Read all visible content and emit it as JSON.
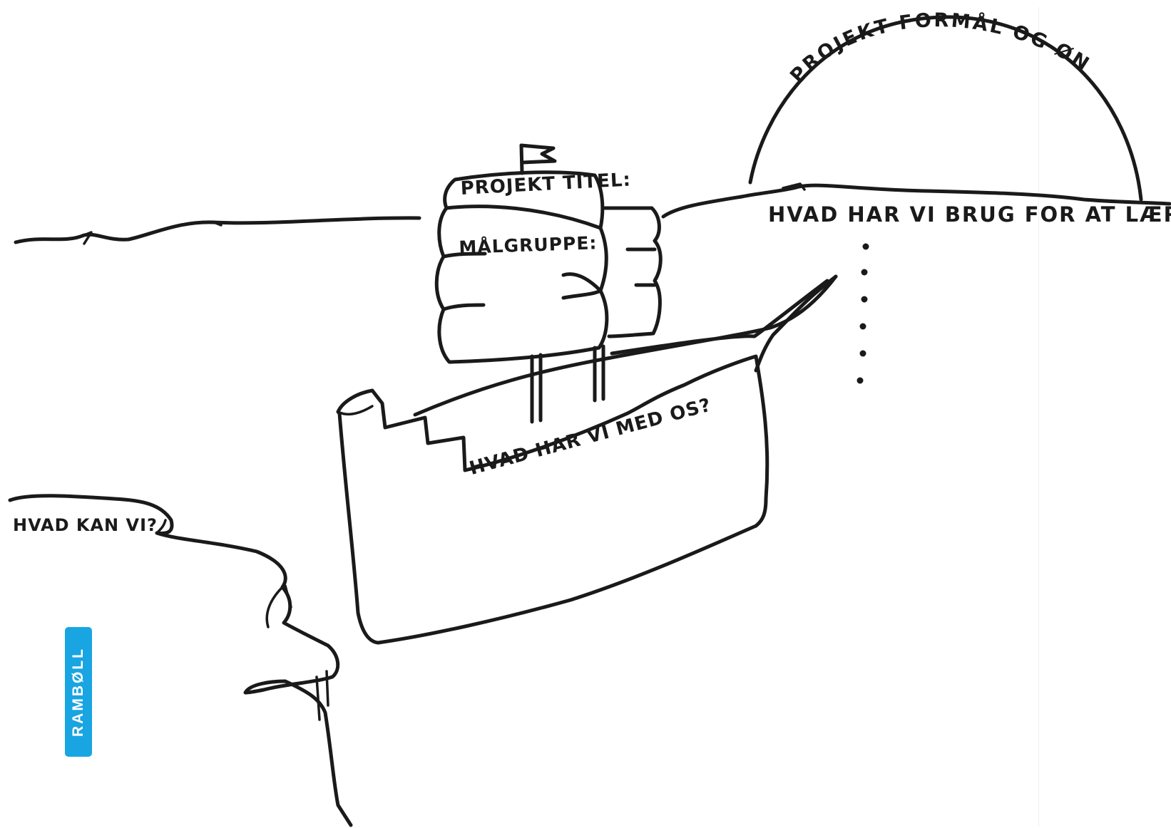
{
  "page": {
    "background": "#ffffff",
    "ink_color": "#1a1a1a"
  },
  "labels": {
    "sun_arc": "PROJEKT FORMÅL OG ØNSKE",
    "sail_title": "PROJEKT TITEL:",
    "sail_target": "MÅLGRUPPE:",
    "horizon": "HVAD HAR VI BRUG FOR AT LÆRE?",
    "hull": "HVAD HAR VI MED OS?",
    "cliff": "HVAD KAN VI?"
  },
  "logo": {
    "text": "RAMBØLL",
    "color": "#18a5e2"
  }
}
